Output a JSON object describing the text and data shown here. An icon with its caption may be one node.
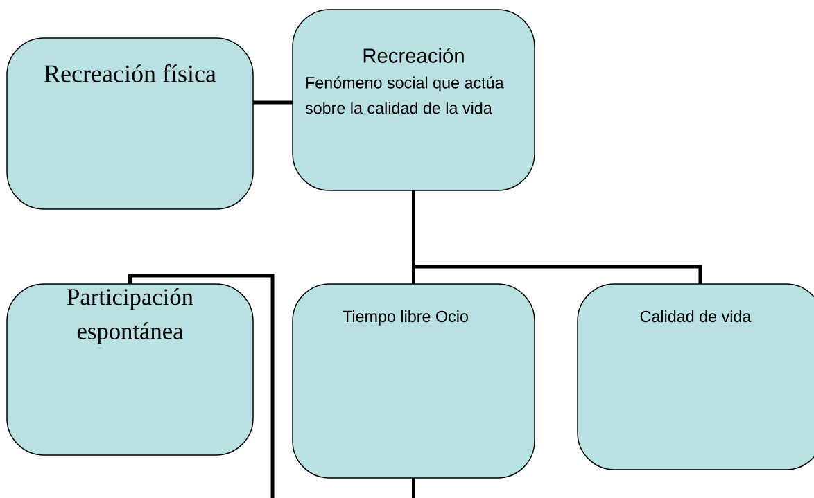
{
  "diagram": {
    "nodes": [
      {
        "text": [
          "Recreación física"
        ]
      },
      {
        "text": [
          "Recreación",
          "Fenómeno social que actúa sobre la calidad de la vida"
        ]
      },
      {
        "text": [
          "Participación espontánea"
        ]
      },
      {
        "text": [
          "Tiempo libre Ocio"
        ]
      },
      {
        "text": [
          "Calidad de vida"
        ]
      }
    ],
    "edges": [
      {
        "from": 0,
        "to": 1,
        "arrow": "none"
      },
      {
        "from": 1,
        "to": 3,
        "arrow": "none"
      },
      {
        "from": 1,
        "to": 4,
        "arrow": "none"
      },
      {
        "from": 2,
        "to": null,
        "arrow": "none"
      },
      {
        "from": 3,
        "to": null,
        "arrow": "none"
      }
    ]
  }
}
